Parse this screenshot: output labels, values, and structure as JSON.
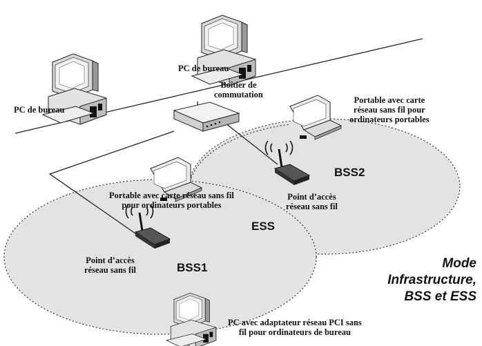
{
  "labels": {
    "pc_top": "PC de bureau",
    "pc_left": "PC de bureau",
    "switch_line1": "Boîtier de",
    "switch_line2": "commutation",
    "laptop_right_line1": "Portable avec carte",
    "laptop_right_line2": "réseau sans fil pour",
    "laptop_right_line3": "ordinateurs portables",
    "laptop_mid_line1": "Portable avec carte réseau sans fil",
    "laptop_mid_line2": "pour ordinateurs portables",
    "ap_right_line1": "Point d’accès",
    "ap_right_line2": "réseau sans fil",
    "ap_left_line1": "Point d’accès",
    "ap_left_line2": "réseau sans fil",
    "pc_bottom_line1": "PC avec adaptateur réseau PCI sans",
    "pc_bottom_line2": "fil pour ordinateurs de bureau"
  },
  "zones": {
    "bss1": "BSS1",
    "bss2": "BSS2",
    "ess": "ESS"
  },
  "mode_title": {
    "line1": "Mode",
    "line2": "Infrastructure,",
    "line3": "BSS et ESS"
  },
  "colors": {
    "ellipse_fill": "#e3e3e3",
    "line": "#222222"
  },
  "icons": [
    "desktop-pc-icon",
    "laptop-icon",
    "switch-icon",
    "access-point-icon"
  ]
}
